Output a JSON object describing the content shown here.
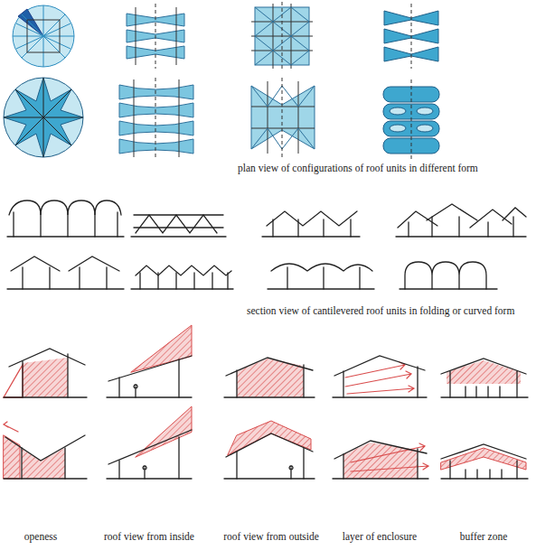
{
  "diagram": {
    "labels": [
      "plan view of configurations of roof units in different form",
      "section view of cantilevered roof units in folding or curved form",
      "openess",
      "roof view from inside",
      "roof view from outside",
      "layer of enclosure",
      "buffer zone"
    ]
  }
}
